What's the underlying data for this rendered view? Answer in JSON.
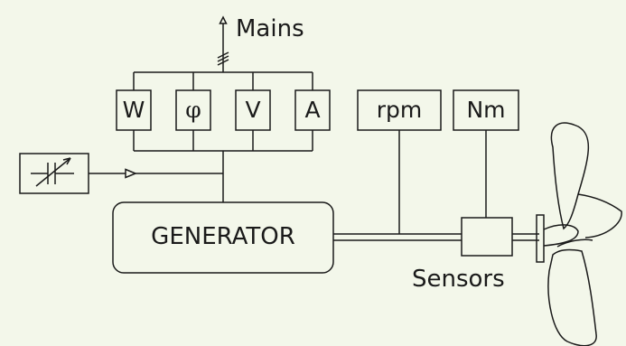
{
  "diagram": {
    "mains_label": "Mains",
    "meters": [
      "W",
      "φ",
      "V",
      "A"
    ],
    "sensor_displays": [
      "rpm",
      "Nm"
    ],
    "generator_label": "GENERATOR",
    "sensors_label": "Sensors",
    "colors": {
      "background": "#f3f7ea",
      "stroke": "#1a1a1a"
    },
    "icons": [
      "variable-capacitor-icon",
      "propeller-icon",
      "arrow-up-icon"
    ]
  }
}
